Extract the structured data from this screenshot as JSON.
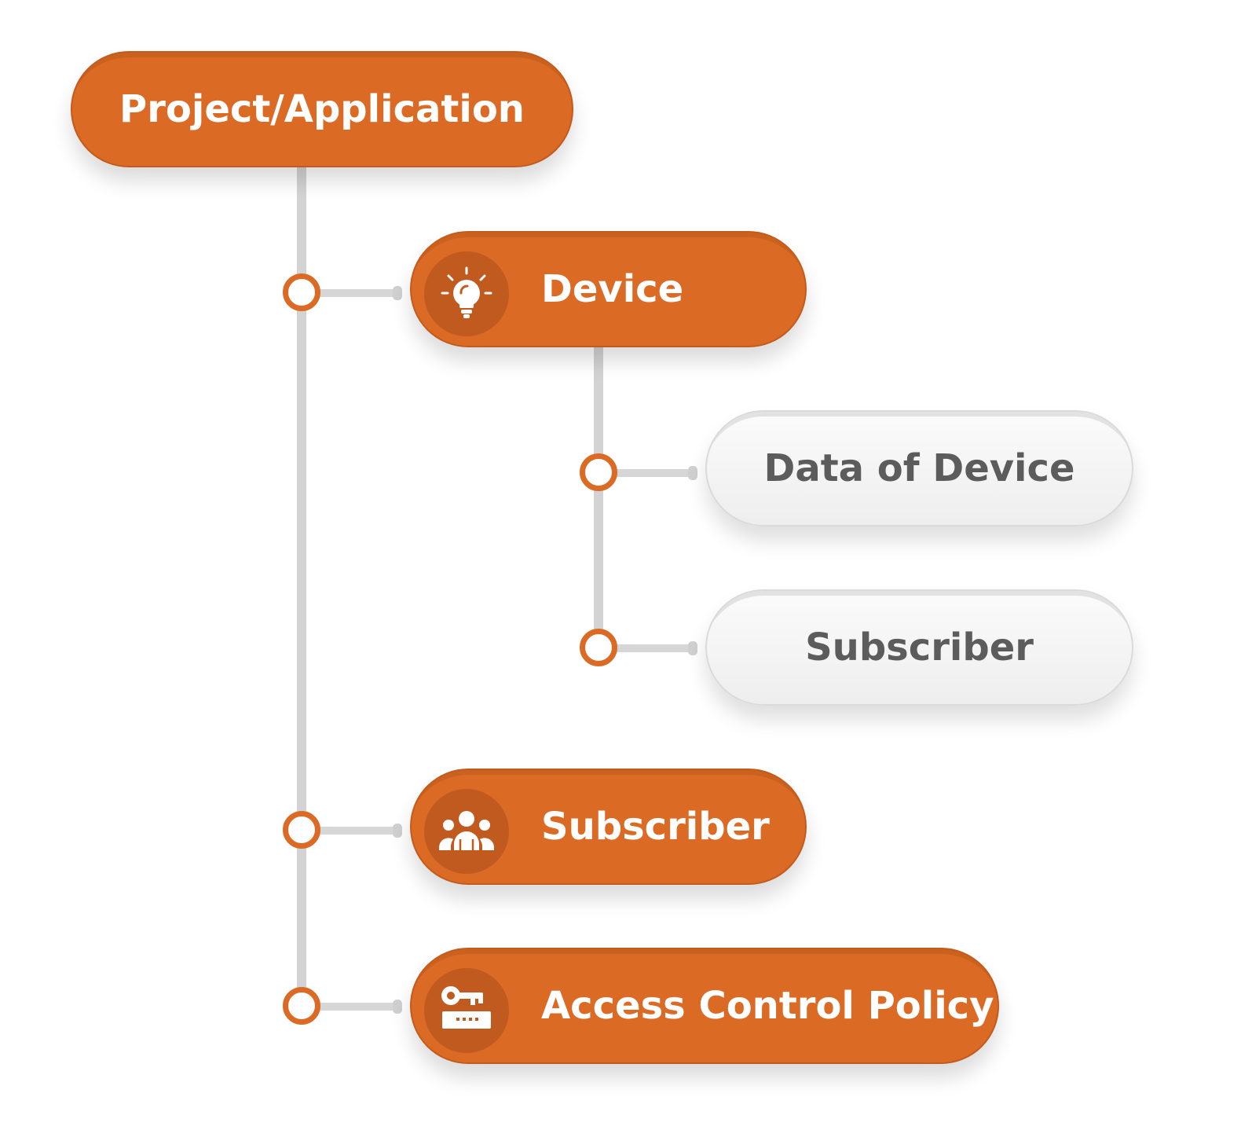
{
  "nodes": {
    "root": {
      "label": "Project/Application"
    },
    "device": {
      "label": "Device",
      "icon": "lightbulb-icon"
    },
    "data_of_device": {
      "label": "Data of Device"
    },
    "device_subscriber": {
      "label": "Subscriber"
    },
    "subscriber": {
      "label": "Subscriber",
      "icon": "users-icon"
    },
    "access_control_policy": {
      "label": "Access Control Policy",
      "icon": "key-icon"
    }
  },
  "colors": {
    "accent": "#db6a25",
    "accent_dark": "#c05a1e",
    "neutral": "#f2f2f2",
    "connector": "#d3d3d3",
    "neutral_text": "#5c5c5c"
  }
}
